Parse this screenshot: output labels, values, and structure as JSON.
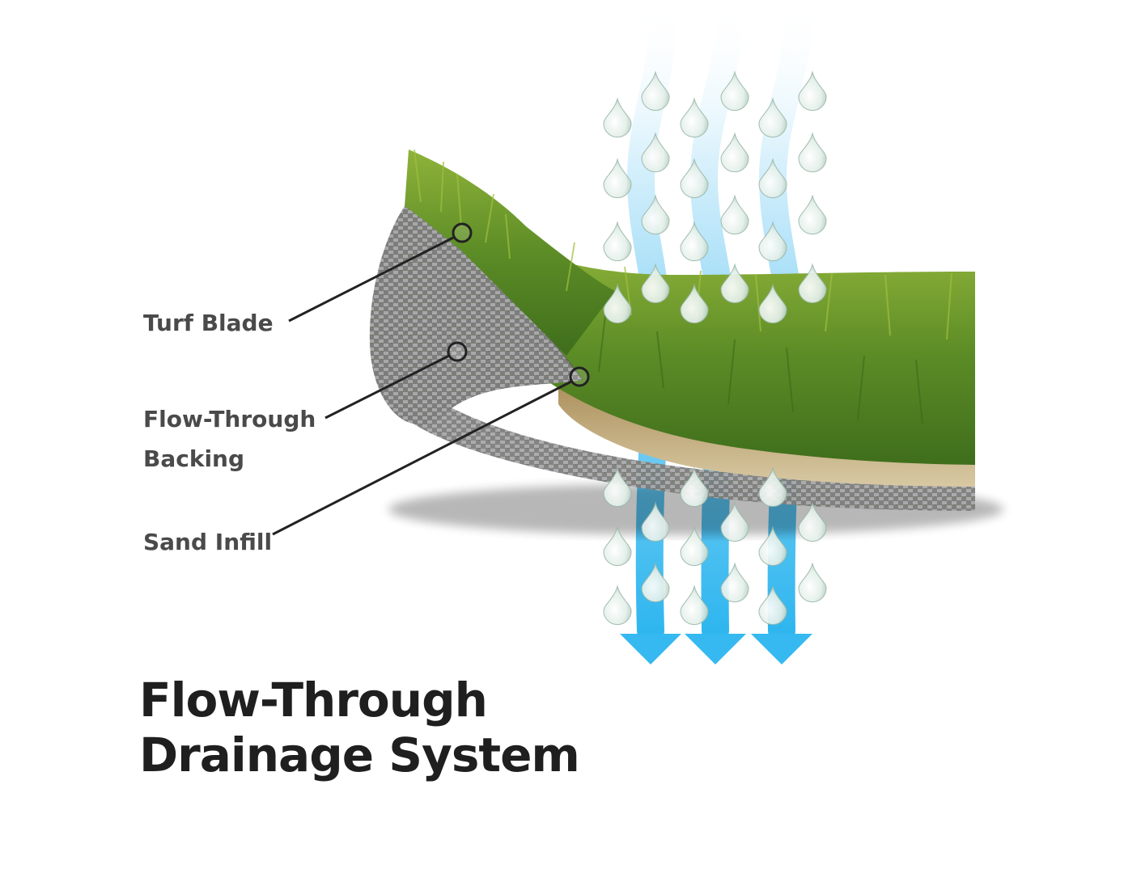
{
  "callouts": [
    {
      "id": "turf-blade",
      "lines": [
        "Turf Blade"
      ]
    },
    {
      "id": "flow-through-backing",
      "lines": [
        "Flow-Through",
        "Backing"
      ]
    },
    {
      "id": "sand-infill",
      "lines": [
        "Sand Infill"
      ]
    }
  ],
  "title": {
    "line1": "Flow-Through",
    "line2": "Drainage System"
  },
  "colors": {
    "arrow": "#3fbdf0",
    "arrow_light": "#e6f6fd",
    "grass": "#5f8f2a",
    "grass_light": "#a9c04a",
    "backing": "#7c7c7c",
    "sand": "#c9b48a",
    "callout_line": "#222222",
    "label": "#4a4a4a",
    "title": "#1f1f1f"
  }
}
